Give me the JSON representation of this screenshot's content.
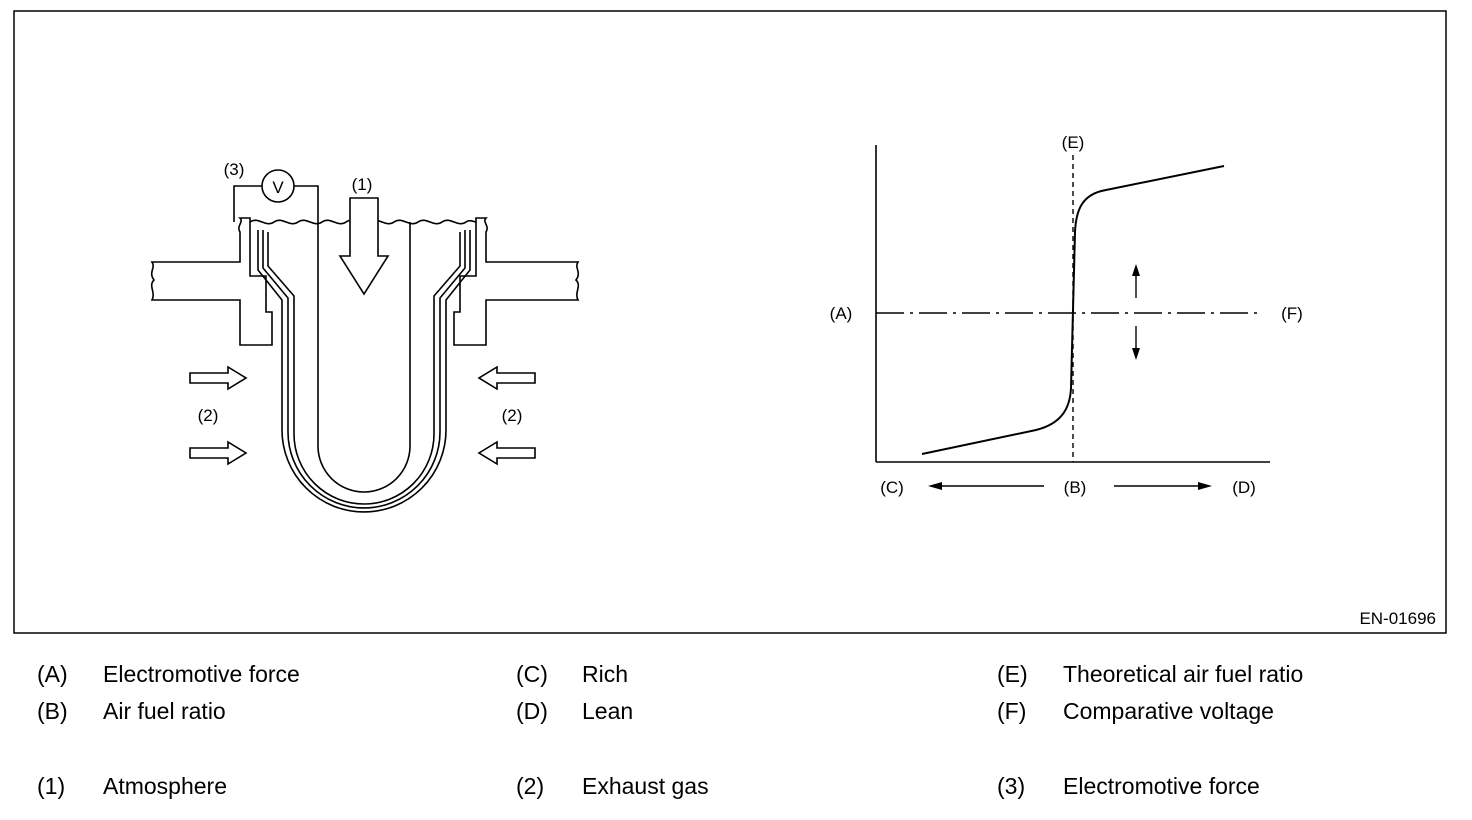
{
  "figure_id": "EN-01696",
  "callouts": {
    "atmosphere": "(1)",
    "exhaust_left": "(2)",
    "exhaust_right": "(2)",
    "emf": "(3)",
    "voltmeter": "V",
    "emf_axis": "(A)",
    "air_fuel_ratio": "(B)",
    "rich": "(C)",
    "lean": "(D)",
    "theoretical": "(E)",
    "comparative": "(F)"
  },
  "legend": [
    {
      "key": "(A)",
      "text": "Electromotive force"
    },
    {
      "key": "(B)",
      "text": "Air fuel ratio"
    },
    {
      "key": "(C)",
      "text": "Rich"
    },
    {
      "key": "(D)",
      "text": "Lean"
    },
    {
      "key": "(E)",
      "text": "Theoretical air fuel ratio"
    },
    {
      "key": "(F)",
      "text": "Comparative voltage"
    },
    {
      "key": "(1)",
      "text": "Atmosphere"
    },
    {
      "key": "(2)",
      "text": "Exhaust gas"
    },
    {
      "key": "(3)",
      "text": "Electromotive force"
    }
  ]
}
